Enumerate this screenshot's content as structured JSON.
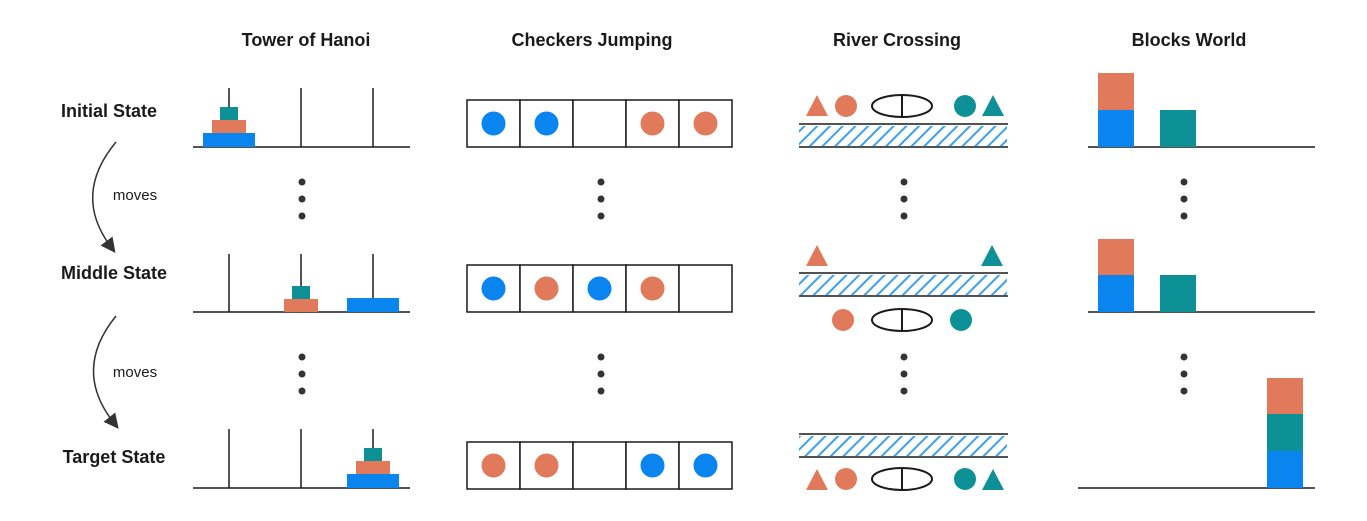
{
  "columns": [
    {
      "title": "Tower of Hanoi"
    },
    {
      "title": "Checkers Jumping"
    },
    {
      "title": "River Crossing"
    },
    {
      "title": "Blocks World"
    }
  ],
  "rows": [
    {
      "label": "Initial State"
    },
    {
      "label": "Middle State"
    },
    {
      "label": "Target State"
    }
  ],
  "transitions": [
    {
      "label": "moves"
    },
    {
      "label": "moves"
    }
  ],
  "colors": {
    "orange": "#e07a5a",
    "teal": "#0e9196",
    "blue": "#0a84ee",
    "line": "#1a1a1a",
    "hatch": "#3aa0f0"
  },
  "checkers": {
    "initial": [
      "blue",
      "blue",
      "",
      "orange",
      "orange"
    ],
    "middle": [
      "blue",
      "orange",
      "blue",
      "orange",
      ""
    ],
    "target": [
      "orange",
      "orange",
      "",
      "blue",
      "blue"
    ]
  }
}
